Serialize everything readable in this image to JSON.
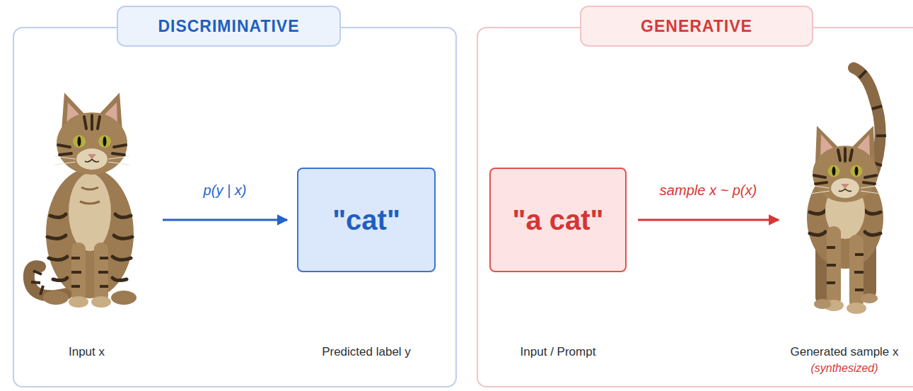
{
  "diagram": {
    "nodes": [
      {
        "text": [
          "DISCRIMINATIVE"
        ]
      },
      {
        "text": [
          "Input x"
        ],
        "in": 0
      },
      {
        "text": [
          "\"cat\"",
          "Predicted label y"
        ],
        "in": 0
      },
      {
        "text": [
          "GENERATIVE"
        ]
      },
      {
        "text": [
          "\"a cat\"",
          "Input / Prompt"
        ],
        "in": 3
      },
      {
        "text": [
          "Generated sample x",
          "(synthesized)"
        ],
        "in": 3
      }
    ],
    "edges": [
      {
        "from": 1,
        "to": 2,
        "arrow": "to",
        "label": "p(y | x)"
      },
      {
        "from": 4,
        "to": 5,
        "arrow": "to",
        "label": "sample x ~ p(x)"
      }
    ]
  }
}
